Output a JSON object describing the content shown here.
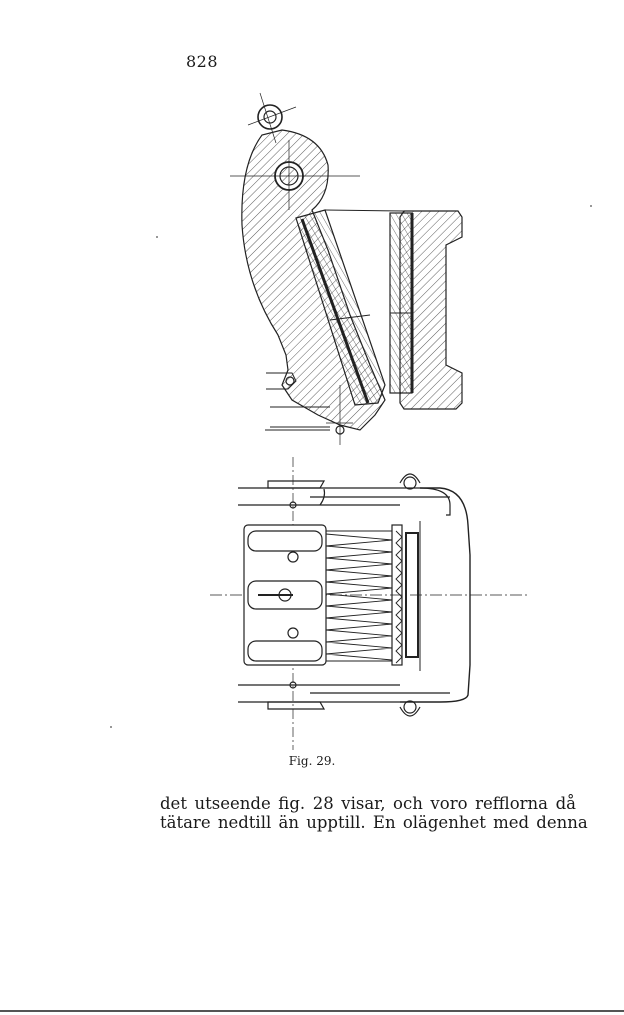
{
  "page": {
    "number": "828",
    "caption": "Fig. 29.",
    "lines": [
      "det utseende fig. 28 visar, och voro refflorna då",
      "tätare nedtill än upptill. En olägenhet med denna"
    ]
  },
  "figure": {
    "ink_color": "#222222",
    "hatch_color": "#333333"
  }
}
